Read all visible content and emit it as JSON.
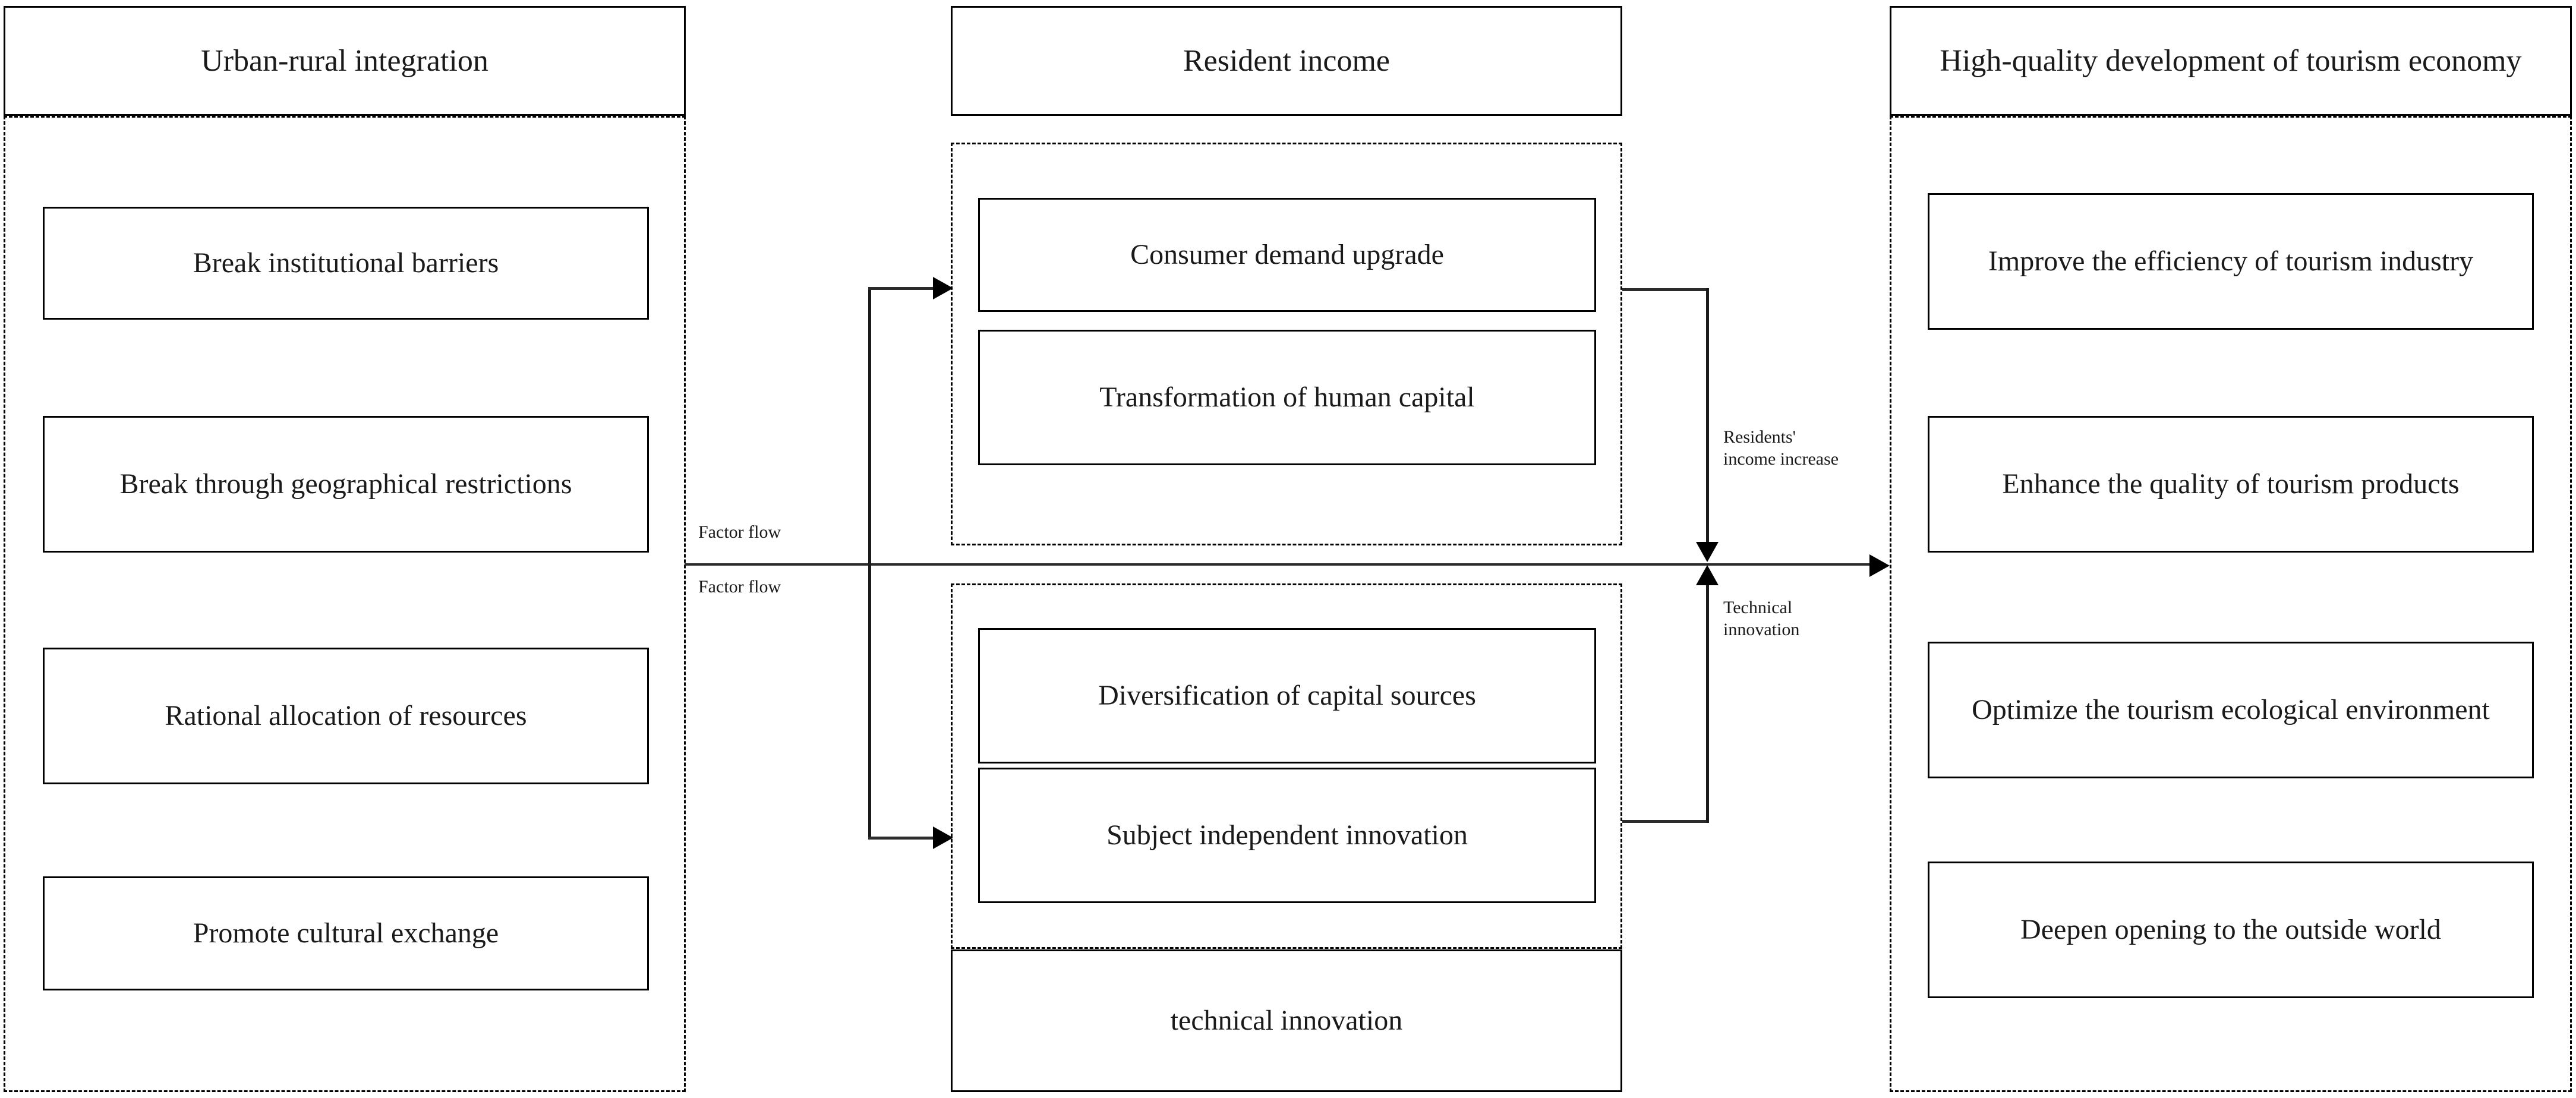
{
  "diagram": {
    "type": "three-column block flow diagram",
    "columns": [
      {
        "id": "urban-rural-integration",
        "header": "Urban-rural integration",
        "items": [
          "Break institutional barriers",
          "Break through geographical restrictions",
          "Rational allocation of resources",
          "Promote cultural exchange"
        ]
      },
      {
        "id": "resident-income",
        "header": "Resident income",
        "group_top": [
          "Consumer demand upgrade",
          "Transformation of human capital"
        ],
        "group_bottom": [
          "Diversification of capital sources",
          "Subject independent innovation"
        ],
        "footer_box": "technical innovation"
      },
      {
        "id": "high-quality-development",
        "header": "High-quality development of tourism economy",
        "items": [
          "Improve the efficiency of tourism industry",
          "Enhance the quality of tourism products",
          "Optimize the tourism ecological environment",
          "Deepen opening to the outside world"
        ]
      }
    ],
    "connectors": {
      "left_label_top": "Factor flow",
      "left_label_bottom": "Factor flow",
      "right_label_top": "Residents' income increase",
      "right_label_bottom": "Technical innovation"
    }
  },
  "colors": {
    "line": "#1a1a1a",
    "text": "#1a1a1a",
    "background": "#ffffff"
  }
}
